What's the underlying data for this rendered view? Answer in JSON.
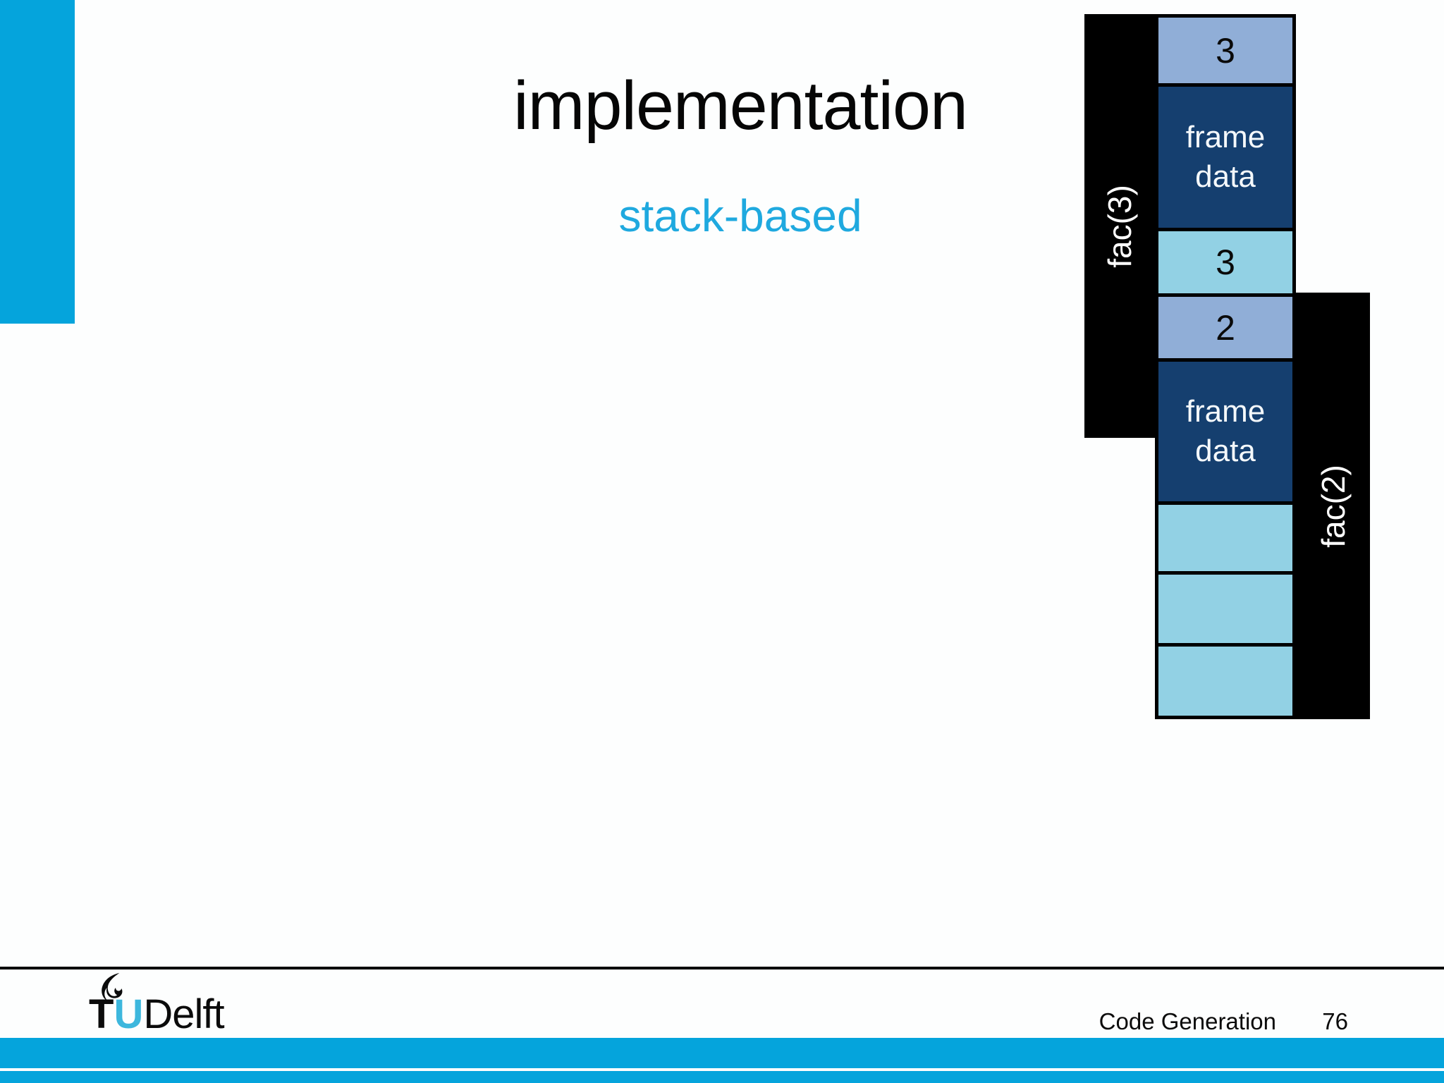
{
  "slide": {
    "title": "implementation",
    "subtitle": "stack-based"
  },
  "diagram": {
    "left_bar_label": "fac(3)",
    "right_bar_label": "fac(2)",
    "cells": [
      {
        "text": "3",
        "role": "argument",
        "color_key": "steel_blue"
      },
      {
        "text": "frame data",
        "role": "frame-data",
        "color_key": "dark_navy"
      },
      {
        "text": "3",
        "role": "local",
        "color_key": "light_cyan"
      },
      {
        "text": "2",
        "role": "argument",
        "color_key": "steel_blue"
      },
      {
        "text": "frame data",
        "role": "frame-data",
        "color_key": "dark_navy"
      },
      {
        "text": "",
        "role": "empty",
        "color_key": "light_cyan"
      },
      {
        "text": "",
        "role": "empty",
        "color_key": "light_cyan"
      },
      {
        "text": "",
        "role": "empty",
        "color_key": "light_cyan"
      }
    ]
  },
  "footer": {
    "logo": {
      "t": "T",
      "u": "U",
      "delft": "Delft",
      "icon": "flame-icon"
    },
    "course": "Code Generation",
    "page": "76"
  },
  "colors": {
    "accent_cyan": "#05a4dc",
    "subtitle_cyan": "#1fa9df",
    "dark_navy": "#153f6f",
    "steel_blue": "#90aed7",
    "light_cyan": "#92d1e4",
    "bar_black": "#000000"
  }
}
